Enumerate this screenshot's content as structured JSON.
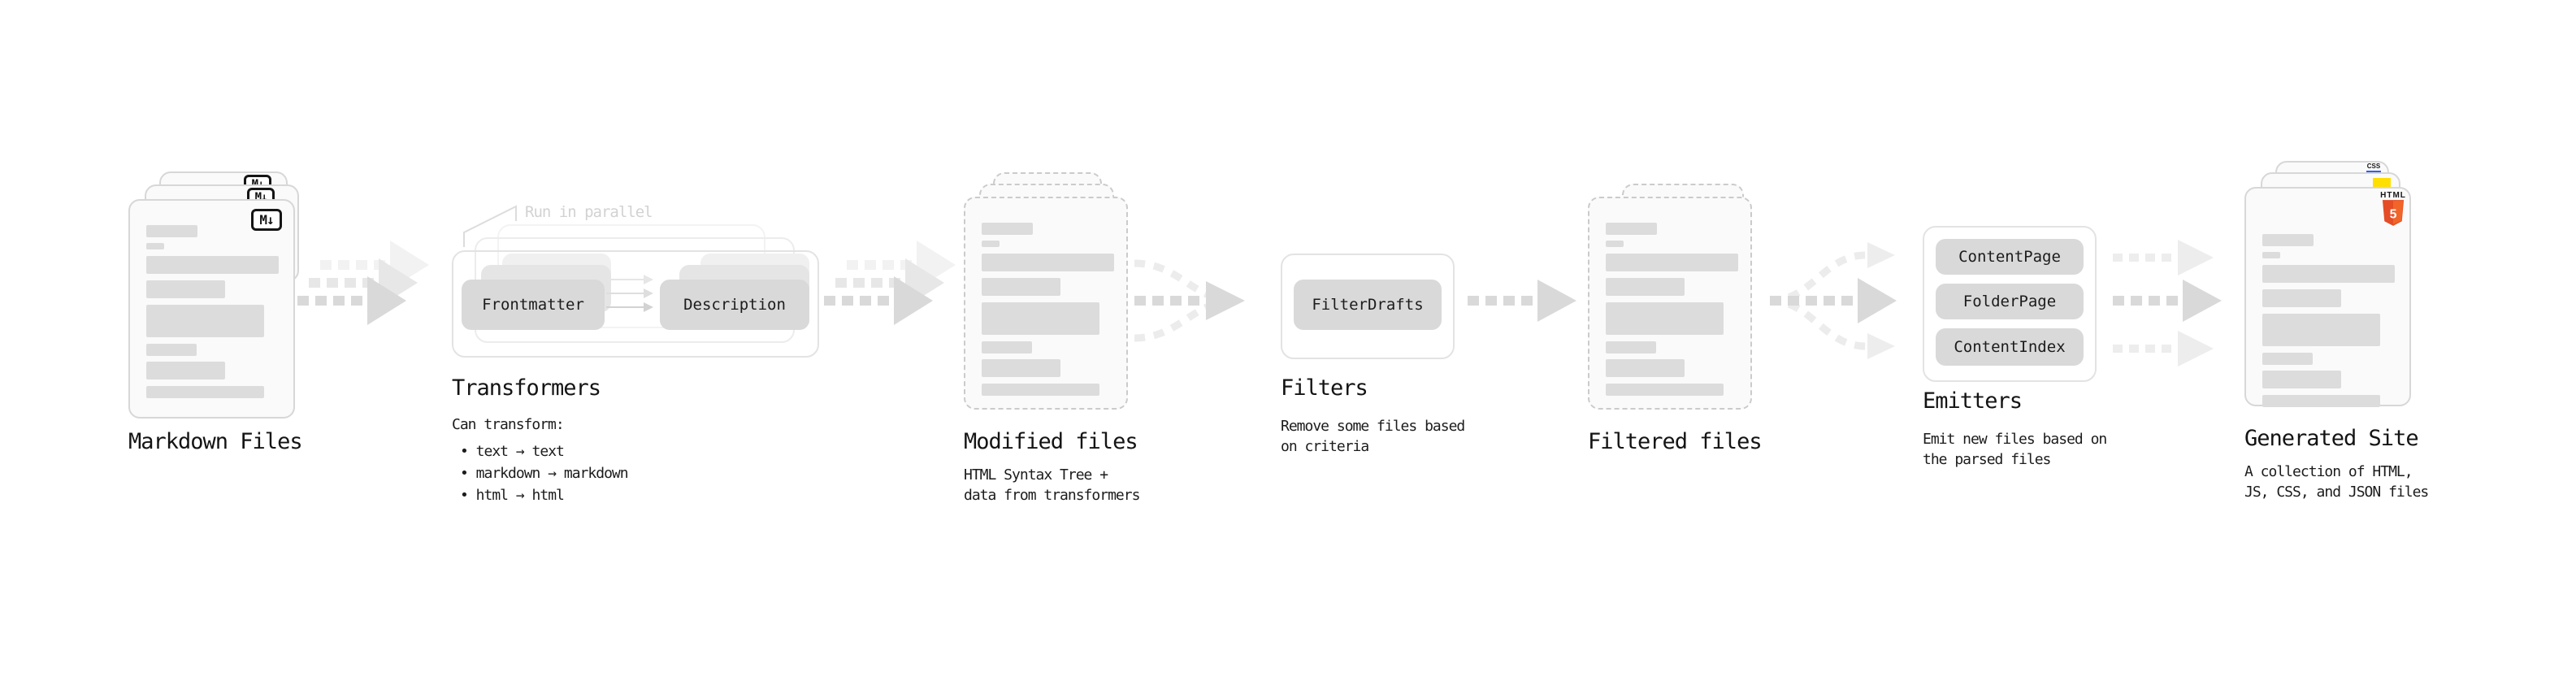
{
  "nodes": {
    "markdown_files": {
      "label": "Markdown Files",
      "file_badge": "M↓"
    },
    "transformers": {
      "label": "Transformers",
      "annotation": "Run in parallel",
      "pill_left": "Frontmatter",
      "pill_right": "Description",
      "desc_heading": "Can transform:",
      "bullets": [
        "• text → text",
        "• markdown → markdown",
        "• html → html"
      ]
    },
    "modified_files": {
      "label": "Modified files",
      "description": "HTML Syntax Tree +\ndata from transformers"
    },
    "filters": {
      "label": "Filters",
      "pill": "FilterDrafts",
      "description": "Remove some files based\non criteria"
    },
    "filtered_files": {
      "label": "Filtered files"
    },
    "emitters": {
      "label": "Emitters",
      "pills": [
        "ContentPage",
        "FolderPage",
        "ContentIndex"
      ],
      "description": "Emit new files based on\nthe parsed files"
    },
    "generated_site": {
      "label": "Generated Site",
      "description": "A collection of HTML,\nJS, CSS, and JSON files",
      "css_badge": "CSS",
      "html_badge_top": "HTML",
      "html_badge_shield": "5"
    }
  },
  "colors": {
    "html5_orange": "#e44d26",
    "html5_orange_light": "#f16529",
    "js_yellow": "#ffdf00",
    "css_blue": "#2b5ff5",
    "arrow_gray": "#d9d9d9",
    "arrow_light_gray": "#ededed",
    "pill_gray": "#d9d9d9",
    "doc_fill": "#fafafa",
    "content_bar_gray": "#dcdcdc",
    "text_black": "#141414",
    "annotation_gray": "#d2d2d2"
  }
}
